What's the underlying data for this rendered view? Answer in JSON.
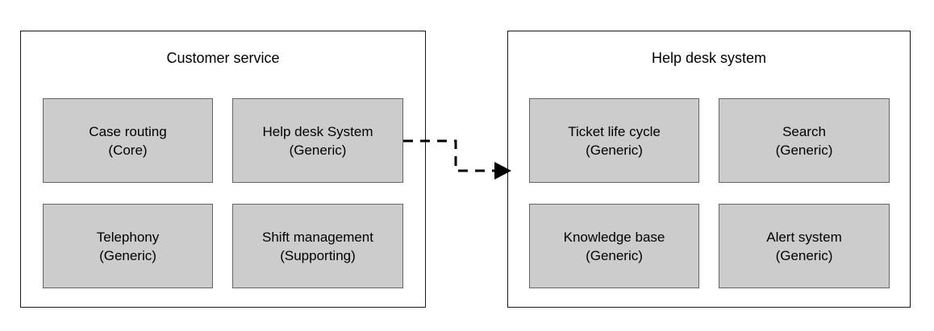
{
  "diagram": {
    "type": "context-map",
    "background_color": "#ffffff",
    "container_border_color": "#1a1a1a",
    "subdomain_fill_color": "#cccccc",
    "subdomain_border_color": "#666666",
    "connector_color": "#000000"
  },
  "contexts": [
    {
      "id": "customer-service",
      "title": "Customer service",
      "subdomains": [
        {
          "id": "case-routing",
          "name": "Case routing",
          "type": "(Core)"
        },
        {
          "id": "help-desk-system",
          "name": "Help desk System",
          "type": "(Generic)"
        },
        {
          "id": "telephony",
          "name": "Telephony",
          "type": "(Generic)"
        },
        {
          "id": "shift-management",
          "name": "Shift management",
          "type": "(Supporting)"
        }
      ]
    },
    {
      "id": "help-desk-system",
      "title": "Help desk system",
      "subdomains": [
        {
          "id": "ticket-life-cycle",
          "name": "Ticket life cycle",
          "type": "(Generic)"
        },
        {
          "id": "search",
          "name": "Search",
          "type": "(Generic)"
        },
        {
          "id": "knowledge-base",
          "name": "Knowledge base",
          "type": "(Generic)"
        },
        {
          "id": "alert-system",
          "name": "Alert system",
          "type": "(Generic)"
        }
      ]
    }
  ],
  "connector": {
    "id": "help-desk-system-to-help-desk-system-context",
    "style": "dashed",
    "arrowhead": "solid-triangle",
    "from": "help-desk-system",
    "to": "help-desk-system",
    "label": ""
  }
}
